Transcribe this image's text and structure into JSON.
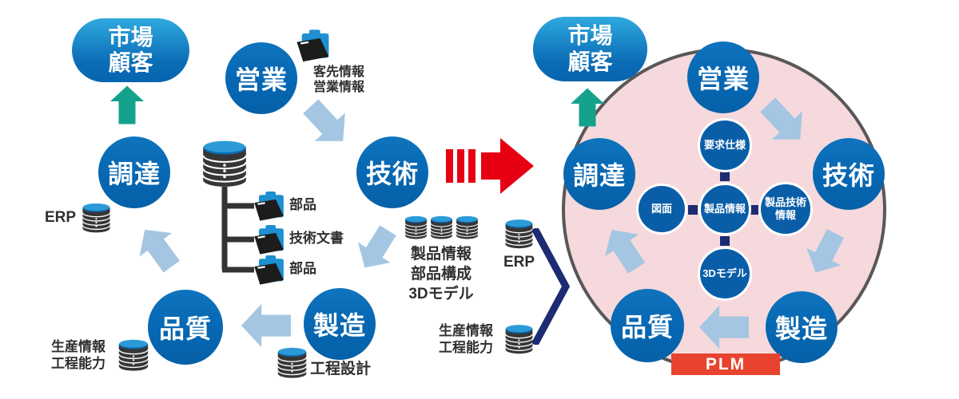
{
  "colors": {
    "department_blue": "#0768b4",
    "inner_circle_blue": "#0a5ea8",
    "light_blue_arrow": "#a4c6e2",
    "teal_arrow": "#15a28d",
    "red_arrow": "#e60012",
    "plm_red": "#e8432e",
    "pink_circle_fill": "#f6d9dc",
    "circle_border_gray": "#595757",
    "navy_connector": "#1c2b72",
    "db_top_blue": "#2d9ad8",
    "db_body_dark": "#363636"
  },
  "left_diagram": {
    "market": "市場\n顧客",
    "departments": {
      "sales": "営業",
      "engineering": "技術",
      "procurement": "調達",
      "manufacturing": "製造",
      "quality": "品質"
    },
    "sales_folder_info": "客先情報\n営業情報",
    "erp": "ERP",
    "tree_folders": [
      "部品",
      "技術文書",
      "部品"
    ],
    "engineering_db": "製品情報\n部品構成\n3Dモデル",
    "process_design": "工程設計",
    "production_info": "生産情報\n工程能力"
  },
  "middle": {
    "erp": "ERP",
    "production_info": "生産情報\n工程能力"
  },
  "right_diagram": {
    "market": "市場\n顧客",
    "departments": {
      "sales": "営業",
      "engineering": "技術",
      "procurement": "調達",
      "manufacturing": "製造",
      "quality": "品質"
    },
    "inner": {
      "requirements": "要求仕様",
      "drawing": "図面",
      "product_info": "製品情報",
      "product_tech": "製品技術\n情報",
      "model3d": "3Dモデル"
    },
    "plm": "PLM"
  }
}
